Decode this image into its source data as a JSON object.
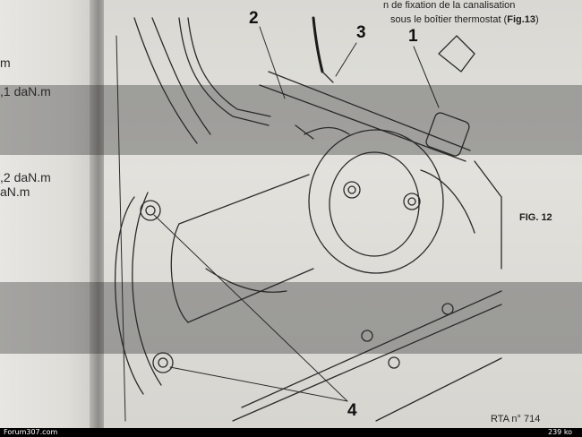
{
  "left_page": {
    "lines": [
      "m",
      ",1 daN.m",
      ",2 daN.m",
      "aN.m"
    ]
  },
  "right_page": {
    "caption_line1": "n de fixation de la canalisation",
    "caption_line2_prefix": "sous le boîtier thermostat (",
    "caption_line2_ref": "Fig.13",
    "caption_line2_suffix": ")",
    "figure_label": "FIG. 12",
    "callouts": [
      "1",
      "2",
      "3",
      "4"
    ],
    "footer": "RTA n° 714"
  },
  "watermark": {
    "site": "Forum307.com",
    "file_size": "239 ko"
  }
}
